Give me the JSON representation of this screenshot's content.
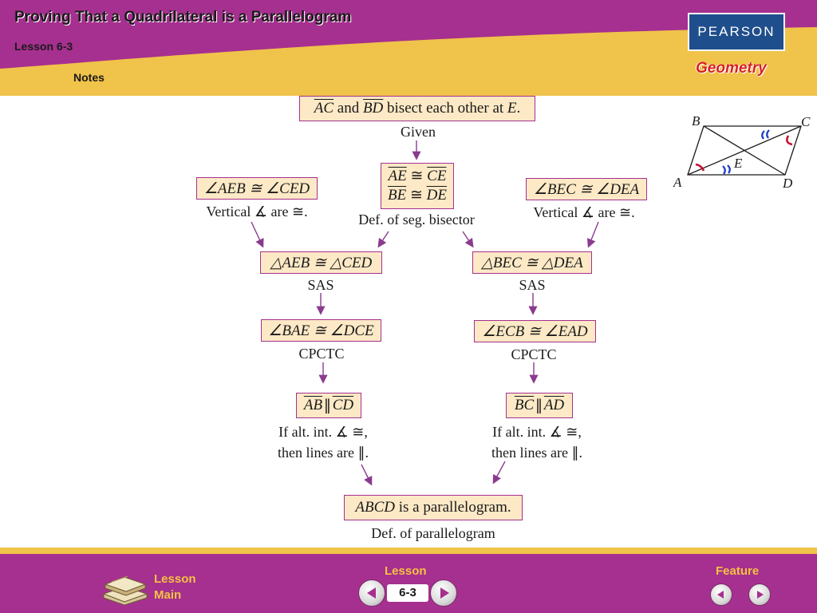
{
  "header": {
    "title": "Proving That a Quadrilateral is a Parallelogram",
    "lesson": "Lesson 6-3",
    "notes": "Notes",
    "brand": "PEARSON",
    "subject": "Geometry"
  },
  "figure": {
    "labels": {
      "a": "A",
      "b": "B",
      "c": "C",
      "d": "D",
      "e": "E"
    }
  },
  "proof": {
    "given": {
      "seg1": "AC",
      "and": " and ",
      "seg2": "BD",
      "rest": " bisect each other at ",
      "point": "E",
      "end": "."
    },
    "given_reason": "Given",
    "segs": {
      "line1_a": "AE",
      "line1_b": "CE",
      "line2_a": "BE",
      "line2_b": "DE",
      "cong": " ≅ "
    },
    "segs_reason": "Def. of seg. bisector",
    "vert_left": {
      "stmt": "∠AEB ≅ ∠CED",
      "reason": "Vertical ∡ are ≅."
    },
    "vert_right": {
      "stmt": "∠BEC ≅ ∠DEA",
      "reason": "Vertical ∡ are ≅."
    },
    "tri_left": {
      "stmt": "△AEB ≅ △CED",
      "reason": "SAS"
    },
    "tri_right": {
      "stmt": "△BEC ≅ △DEA",
      "reason": "SAS"
    },
    "ang_left": {
      "stmt": "∠BAE ≅ ∠DCE",
      "reason": "CPCTC"
    },
    "ang_right": {
      "stmt": "∠ECB ≅ ∠EAD",
      "reason": "CPCTC"
    },
    "par_left": {
      "seg1": "AB",
      "sym": "∥",
      "seg2": "CD",
      "reason1": "If alt. int. ∡ ≅,",
      "reason2": "then lines are ∥."
    },
    "par_right": {
      "seg1": "BC",
      "sym": "∥",
      "seg2": "AD",
      "reason1": "If alt. int. ∡ ≅,",
      "reason2": "then lines are ∥."
    },
    "conclusion": {
      "name": "ABCD",
      "rest": " is a parallelogram."
    },
    "conclusion_reason": "Def. of parallelogram"
  },
  "footer": {
    "lesson_main_1": "Lesson",
    "lesson_main_2": "Main",
    "lesson_label": "Lesson",
    "lesson_number": "6-3",
    "feature_label": "Feature"
  },
  "colors": {
    "magenta": "#a6308f",
    "gold": "#f0c34b",
    "box_fill": "#fde9c6",
    "pearson_blue": "#1f4e8c",
    "geometry_red": "#d62020"
  },
  "icons": [
    "books-icon",
    "arrow-left-icon",
    "arrow-right-icon"
  ]
}
